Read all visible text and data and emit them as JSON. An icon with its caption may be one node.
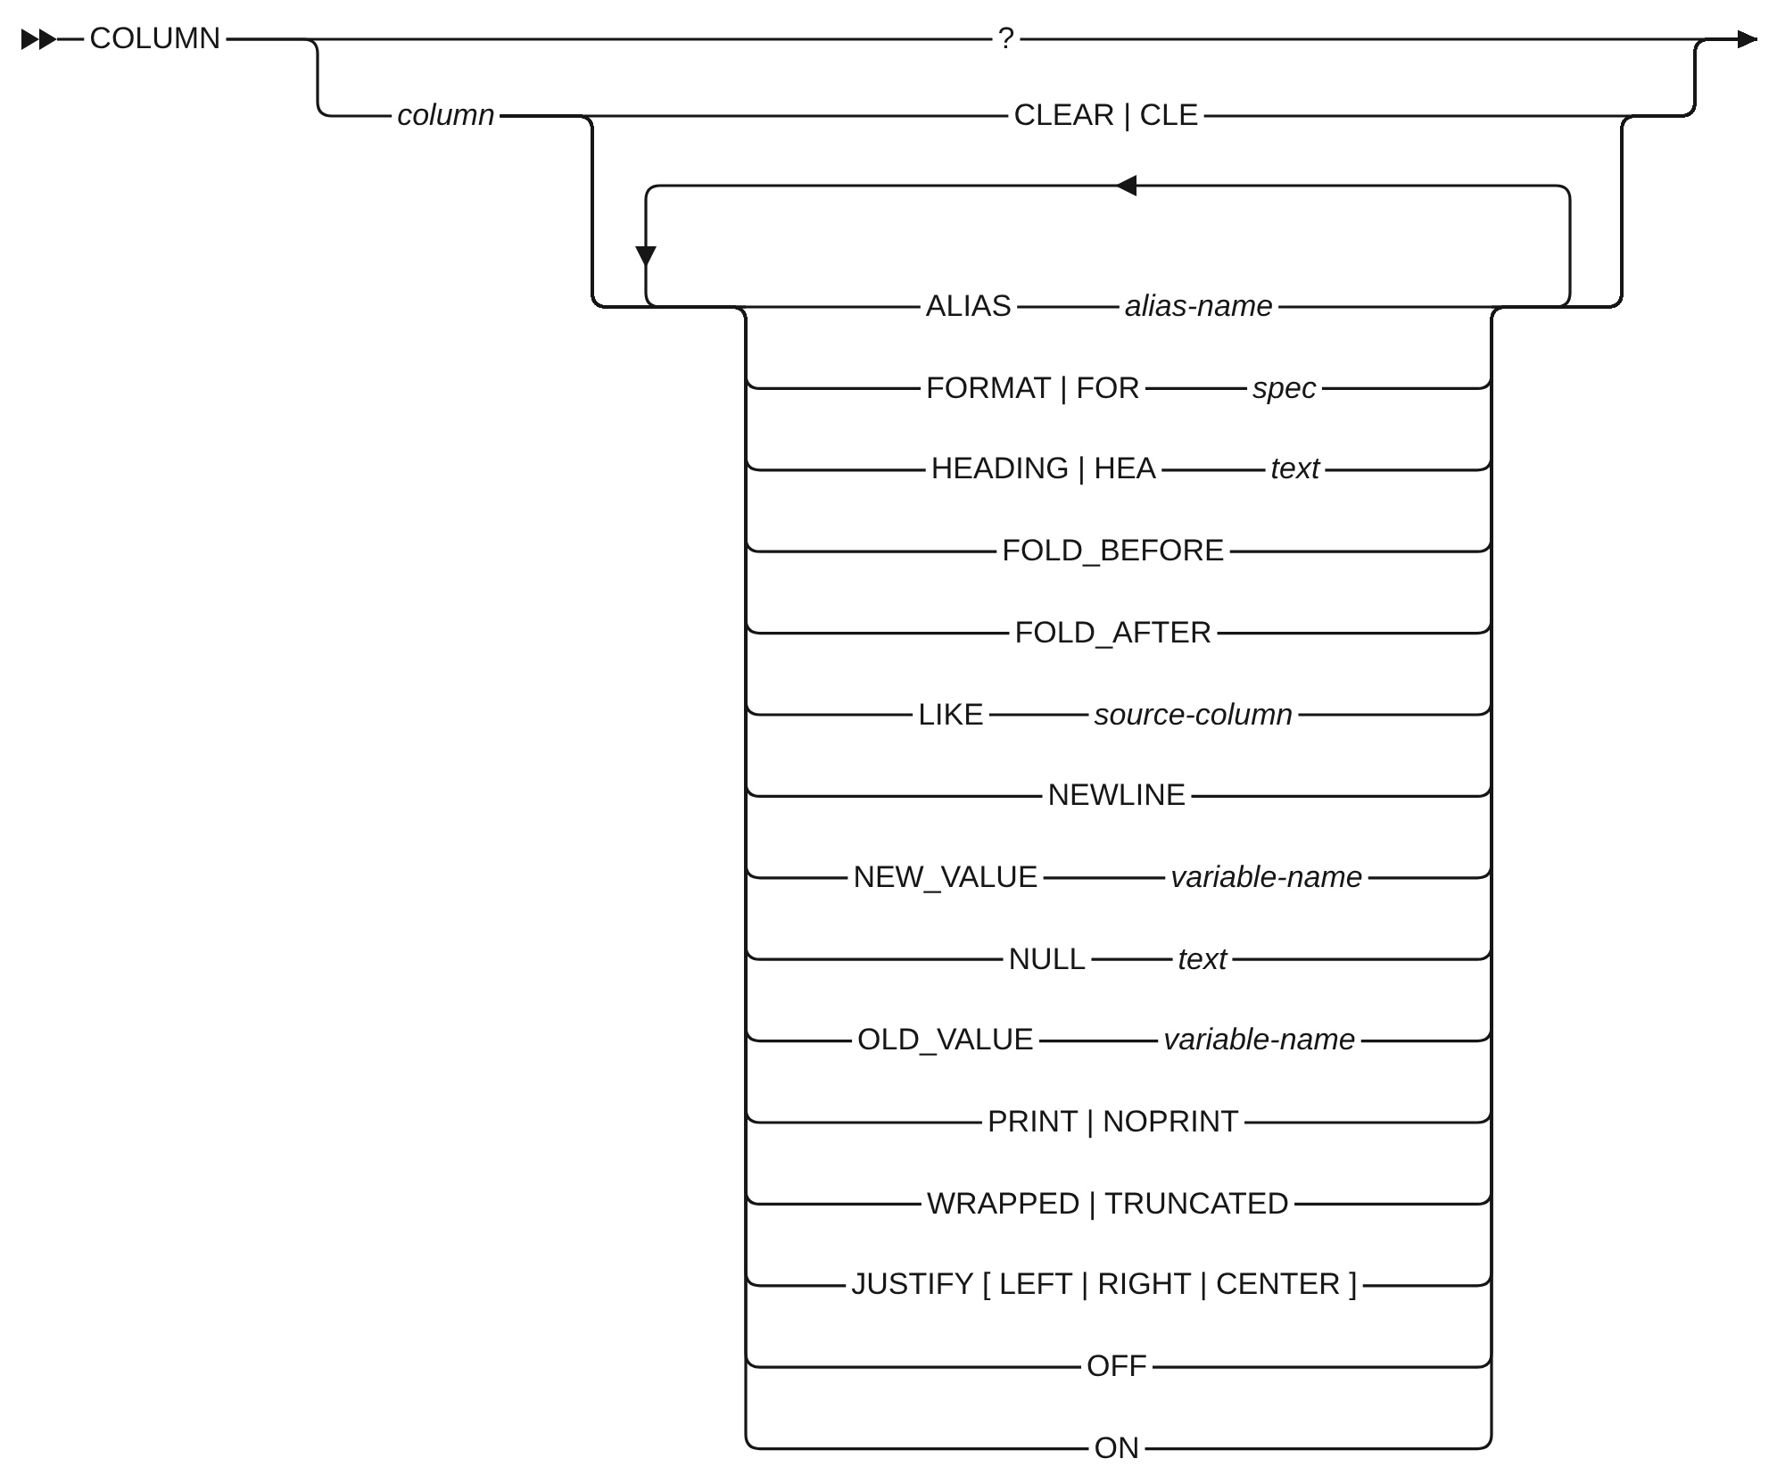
{
  "diagram": {
    "nodes": [
      {
        "text": [
          "COLUMN"
        ]
      },
      {
        "text": [
          "?"
        ]
      },
      {
        "text": [
          "column"
        ]
      },
      {
        "text": [
          "CLEAR | CLE"
        ]
      },
      {
        "text": [
          "ALIAS"
        ]
      },
      {
        "text": [
          "alias-name"
        ]
      },
      {
        "text": [
          "FORMAT | FOR"
        ]
      },
      {
        "text": [
          "spec"
        ]
      },
      {
        "text": [
          "HEADING | HEA"
        ]
      },
      {
        "text": [
          "text"
        ]
      },
      {
        "text": [
          "FOLD_BEFORE"
        ]
      },
      {
        "text": [
          "FOLD_AFTER"
        ]
      },
      {
        "text": [
          "LIKE"
        ]
      },
      {
        "text": [
          "source-column"
        ]
      },
      {
        "text": [
          "NEWLINE"
        ]
      },
      {
        "text": [
          "NEW_VALUE"
        ]
      },
      {
        "text": [
          "variable-name"
        ]
      },
      {
        "text": [
          "NULL"
        ]
      },
      {
        "text": [
          "text"
        ]
      },
      {
        "text": [
          "OLD_VALUE"
        ]
      },
      {
        "text": [
          "variable-name"
        ]
      },
      {
        "text": [
          "PRINT | NOPRINT"
        ]
      },
      {
        "text": [
          "WRAPPED | TRUNCATED"
        ]
      },
      {
        "text": [
          "JUSTIFY [ LEFT | RIGHT | CENTER ]"
        ]
      },
      {
        "text": [
          "OFF"
        ]
      },
      {
        "text": [
          "ON"
        ]
      }
    ],
    "edges": [
      {
        "from": 0,
        "to": 1,
        "arrow": "none"
      },
      {
        "from": 0,
        "to": 2,
        "arrow": "none"
      },
      {
        "from": 1,
        "to": null,
        "arrow": "to"
      },
      {
        "from": 2,
        "to": 3,
        "arrow": "none"
      },
      {
        "from": 2,
        "to": 4,
        "arrow": "none"
      },
      {
        "from": 2,
        "to": 6,
        "arrow": "none"
      },
      {
        "from": 2,
        "to": 8,
        "arrow": "none"
      },
      {
        "from": 2,
        "to": 10,
        "arrow": "none"
      },
      {
        "from": 2,
        "to": 11,
        "arrow": "none"
      },
      {
        "from": 2,
        "to": 12,
        "arrow": "none"
      },
      {
        "from": 2,
        "to": 14,
        "arrow": "none"
      },
      {
        "from": 2,
        "to": 15,
        "arrow": "none"
      },
      {
        "from": 2,
        "to": 17,
        "arrow": "none"
      },
      {
        "from": 2,
        "to": 19,
        "arrow": "none"
      },
      {
        "from": 2,
        "to": 21,
        "arrow": "none"
      },
      {
        "from": 2,
        "to": 22,
        "arrow": "none"
      },
      {
        "from": 2,
        "to": 23,
        "arrow": "none"
      },
      {
        "from": 2,
        "to": 24,
        "arrow": "none"
      },
      {
        "from": 2,
        "to": 25,
        "arrow": "none"
      },
      {
        "from": 4,
        "to": 5,
        "arrow": "none"
      },
      {
        "from": 6,
        "to": 7,
        "arrow": "none"
      },
      {
        "from": 8,
        "to": 9,
        "arrow": "none"
      },
      {
        "from": 12,
        "to": 13,
        "arrow": "none"
      },
      {
        "from": 15,
        "to": 16,
        "arrow": "none"
      },
      {
        "from": 17,
        "to": 18,
        "arrow": "none"
      },
      {
        "from": 19,
        "to": 20,
        "arrow": "none"
      },
      {
        "from": 3,
        "to": null,
        "arrow": "to"
      },
      {
        "from": 5,
        "to": null,
        "arrow": "to"
      },
      {
        "from": 7,
        "to": null,
        "arrow": "to"
      },
      {
        "from": 9,
        "to": null,
        "arrow": "to"
      },
      {
        "from": 10,
        "to": null,
        "arrow": "to"
      },
      {
        "from": 11,
        "to": null,
        "arrow": "to"
      },
      {
        "from": 13,
        "to": null,
        "arrow": "to"
      },
      {
        "from": 14,
        "to": null,
        "arrow": "to"
      },
      {
        "from": 16,
        "to": null,
        "arrow": "to"
      },
      {
        "from": 18,
        "to": null,
        "arrow": "to"
      },
      {
        "from": 20,
        "to": null,
        "arrow": "to"
      },
      {
        "from": 21,
        "to": null,
        "arrow": "to"
      },
      {
        "from": 22,
        "to": null,
        "arrow": "to"
      },
      {
        "from": 23,
        "to": null,
        "arrow": "to"
      },
      {
        "from": 24,
        "to": null,
        "arrow": "to"
      },
      {
        "from": 25,
        "to": null,
        "arrow": "to"
      }
    ]
  }
}
